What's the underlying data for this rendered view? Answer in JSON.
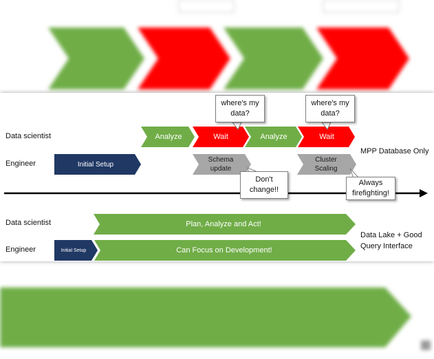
{
  "top_section": {
    "rows": {
      "data_scientist": "Data scientist",
      "engineer": "Engineer"
    },
    "scientist_steps": [
      {
        "label": "Analyze",
        "color": "#70ad47"
      },
      {
        "label": "Wait",
        "color": "#ff0000"
      },
      {
        "label": "Analyze",
        "color": "#70ad47"
      },
      {
        "label": "Wait",
        "color": "#ff0000"
      }
    ],
    "callouts": [
      "where's my data?",
      "where's my data?",
      "Don't change!!",
      "Always firefighting!"
    ],
    "engineer_steps": [
      {
        "label": "Initial Setup",
        "color": "#203864"
      },
      {
        "label": "Schema update",
        "color": "#a6a6a6"
      },
      {
        "label": "Cluster Scaling",
        "color": "#a6a6a6"
      }
    ],
    "side_label": "MPP Database Only"
  },
  "bottom_section": {
    "rows": {
      "data_scientist": "Data scientist",
      "engineer": "Engineer"
    },
    "scientist_bar": "Plan, Analyze and Act!",
    "engineer_setup": "Initial Setup",
    "engineer_bar": "Can Focus on Development!",
    "side_label": "Data Lake + Good Query Interface"
  },
  "colors": {
    "green": "#70ad47",
    "red": "#ff0000",
    "navy": "#203864",
    "gray": "#a6a6a6",
    "timeline": "#000000"
  }
}
